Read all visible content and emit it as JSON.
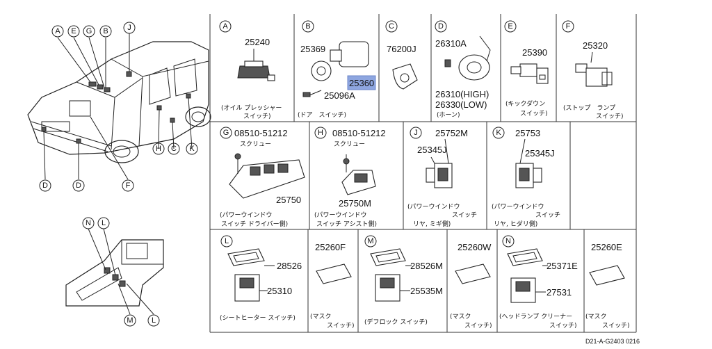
{
  "overview_labels": {
    "top": [
      "A",
      "E",
      "G",
      "B",
      "J"
    ],
    "side": [
      "H",
      "C",
      "K"
    ],
    "bottom": [
      "D",
      "D",
      "F"
    ],
    "console": [
      "N",
      "L",
      "M",
      "L"
    ]
  },
  "cells": {
    "A": {
      "letter": "A",
      "parts": [
        "25240"
      ],
      "caption": [
        "(オイル プレッシャー",
        "スイッチ)"
      ]
    },
    "B": {
      "letter": "B",
      "parts": [
        "25369",
        "25360",
        "25096A"
      ],
      "caption": [
        "(ドア　スイッチ)"
      ]
    },
    "C": {
      "letter": "C",
      "parts": [
        "76200J"
      ],
      "caption": []
    },
    "D": {
      "letter": "D",
      "parts": [
        "26310A",
        "26310(HIGH)",
        "26330(LOW)"
      ],
      "caption": [
        "(ホーン)"
      ]
    },
    "E": {
      "letter": "E",
      "parts": [
        "25390"
      ],
      "caption": [
        "(キックダウン",
        "スイッチ)"
      ]
    },
    "F": {
      "letter": "F",
      "parts": [
        "25320"
      ],
      "caption": [
        "(ストップ　ランプ",
        "スイッチ)"
      ]
    },
    "G": {
      "letter": "G",
      "parts": [
        "08510-51212",
        "スクリュー",
        "25750"
      ],
      "caption": [
        "(パワーウインドウ",
        "スイッチ ドライバー側)"
      ]
    },
    "H": {
      "letter": "H",
      "parts": [
        "08510-51212",
        "スクリュー",
        "25750M"
      ],
      "caption": [
        "(パワーウインドウ",
        "スイッチ アシスト側)"
      ]
    },
    "J": {
      "letter": "J",
      "parts": [
        "25752M",
        "25345J"
      ],
      "caption": [
        "(パワーウインドウ",
        "スイッチ",
        "リヤ, ミギ側)"
      ]
    },
    "K": {
      "letter": "K",
      "parts": [
        "25753",
        "25345J"
      ],
      "caption": [
        "(パワーウインドウ",
        "スイッチ",
        "リヤ, ヒダリ側)"
      ]
    },
    "L": {
      "letter": "L",
      "parts": [
        "28526",
        "25310"
      ],
      "caption": [
        "(シートヒーター スイッチ)"
      ]
    },
    "L2": {
      "parts": [
        "25260F"
      ],
      "caption": [
        "(マスク",
        "スイッチ)"
      ]
    },
    "M": {
      "letter": "M",
      "parts": [
        "28526M",
        "25535M"
      ],
      "caption": [
        "(デフロック スイッチ)"
      ]
    },
    "M2": {
      "parts": [
        "25260W"
      ],
      "caption": [
        "(マスク",
        "スイッチ)"
      ]
    },
    "N": {
      "letter": "N",
      "parts": [
        "25371E",
        "27531"
      ],
      "caption": [
        "(ヘッドランプ クリーナー",
        "スイッチ)"
      ]
    },
    "N2": {
      "parts": [
        "25260E"
      ],
      "caption": [
        "(マスク",
        "スイッチ)"
      ]
    }
  },
  "highlight": {
    "part": "25360",
    "color": "#8ea6e0"
  },
  "footer_ref": "D21-A-G2403 0216"
}
